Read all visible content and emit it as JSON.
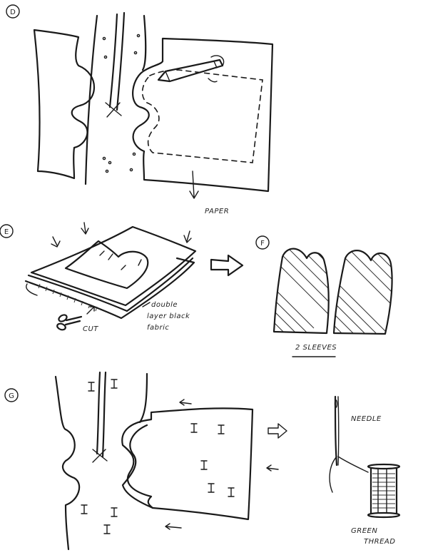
{
  "steps": {
    "d": "D",
    "e": "E",
    "f": "F",
    "g": "G"
  },
  "labels": {
    "paper": "PAPER",
    "cut": "CUT",
    "fabric_line1": "double",
    "fabric_line2": "layer black",
    "fabric_line3": "fabric",
    "sleeves": "2 SLEEVES",
    "needle": "NEEDLE",
    "thread_line1": "GREEN",
    "thread_line2": "THREAD"
  },
  "colors": {
    "ink": "#1a1a1a",
    "background": "#ffffff"
  }
}
